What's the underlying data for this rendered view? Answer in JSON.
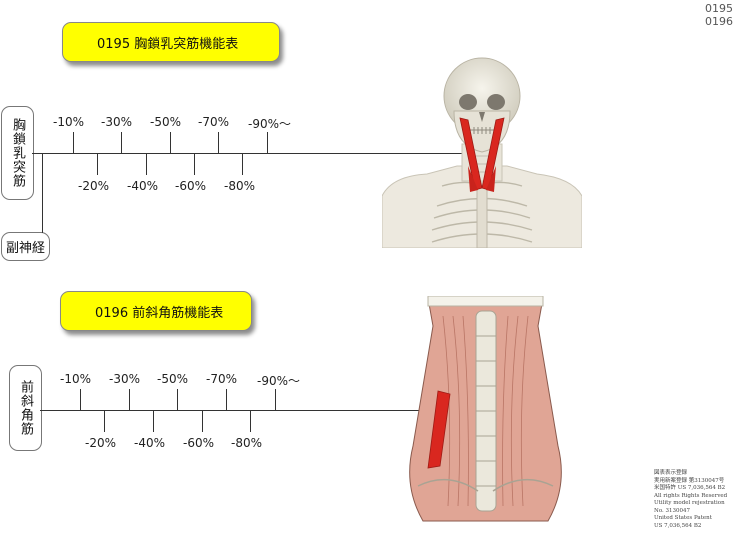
{
  "page_code": [
    "0195",
    "0196"
  ],
  "section1": {
    "title": "0195 胸鎖乳突筋機能表",
    "muscle_label": "胸鎖乳突筋",
    "nerve_label": "副神経",
    "upper_ticks": [
      "-10%",
      "-30%",
      "-50%",
      "-70%",
      "-90%〜"
    ],
    "lower_ticks": [
      "-20%",
      "-40%",
      "-60%",
      "-80%"
    ]
  },
  "section2": {
    "title": "0196 前斜角筋機能表",
    "muscle_label": "前斜角筋",
    "upper_ticks": [
      "-10%",
      "-30%",
      "-50%",
      "-70%",
      "-90%〜"
    ],
    "lower_ticks": [
      "-20%",
      "-40%",
      "-60%",
      "-80%"
    ]
  },
  "colors": {
    "title_bg": "#ffff00",
    "muscle_red": "#d9271f",
    "muscle_pink": "#e0a595",
    "bone": "#ebe8dc"
  },
  "footer": {
    "lines": [
      "図表表示登録",
      "実用新案登録 第3130047号",
      "米国特許 US 7,036,564 B2",
      "All rights Rights Reserved",
      "Utility model rejestration",
      "No. 3130047",
      "United States Patent",
      "US 7,036,564 B2"
    ]
  }
}
